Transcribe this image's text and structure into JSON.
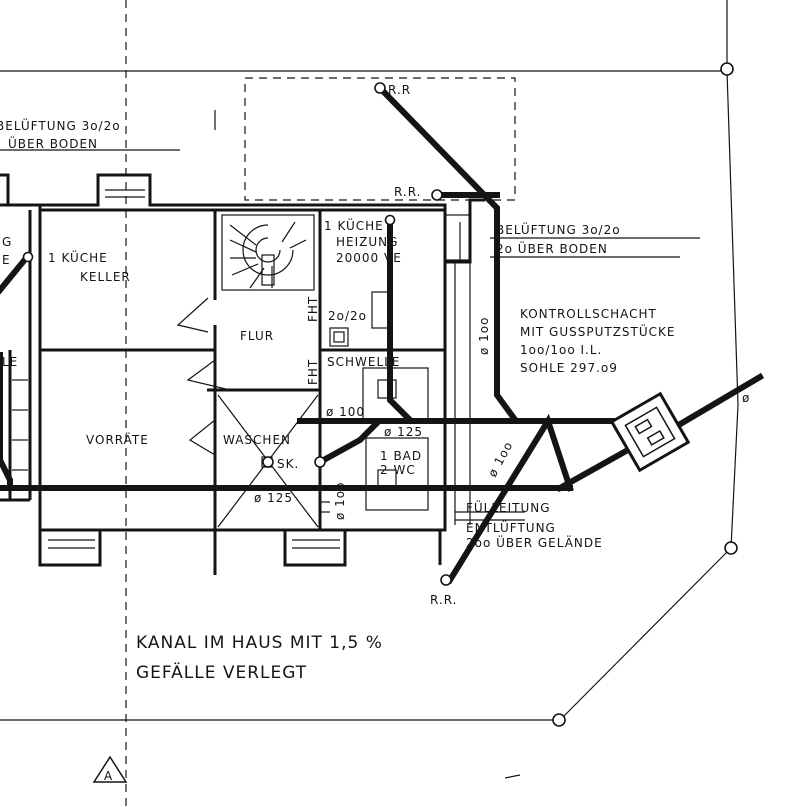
{
  "labels": {
    "belueftung_left": "BELÜFTUNG 3o/2o",
    "ueber_boden_left": "ÜBER BODEN",
    "rr_top": "R.R",
    "rr_mid": "R.R.",
    "kueche_heizung_1": "1 KÜCHE",
    "kueche_heizung_2": "HEIZUNG",
    "kueche_heizung_3": "20000 VE",
    "belueftung_right": "BELÜFTUNG 3o/2o",
    "ueber_boden_right": "2o ÜBER BODEN",
    "kueche_keller_1": "1 KÜCHE",
    "kueche_keller_2": "KELLER",
    "left_edge_g": "G",
    "left_edge_e": "E",
    "left_edge_le": "LE",
    "flur": "FLUR",
    "fht_1": "FHT",
    "fht_2": "FHT",
    "dim_20_20": "2o/2o",
    "pipe_100_small": "ø 100",
    "schwelle": "SCHWELLE",
    "kontrollschacht_1": "KONTROLLSCHACHT",
    "kontrollschacht_2": "MIT GUSSPUTZSTÜCKE",
    "kontrollschacht_3": "1oo/1oo  I.L.",
    "kontrollschacht_4": "SOHLE 297.o9",
    "pipe_100_vertical": "ø 1oo",
    "pipe_100_diag": "ø 1oo",
    "vorraete": "VORRÄTE",
    "waschen": "WASCHEN",
    "sk": "SK.",
    "pipe_100_bath": "ø 1oo",
    "pipe_125_bath": "ø 125",
    "bad_1": "1 BAD",
    "bad_2": "2 WC",
    "pipe_125_wash": "ø 125",
    "fuelleitung": "FÜLLEITUNG",
    "entlueftung_1": "ENTLÜFTUNG",
    "entlueftung_2": "2oo ÜBER GELÄNDE",
    "rr_bottom": "R.R.",
    "kanal_1": "KANAL IM HAUS MIT 1,5 %",
    "kanal_2": "GEFÄLLE VERLEGT",
    "section_marker": "A",
    "phi_edge": "ø"
  }
}
